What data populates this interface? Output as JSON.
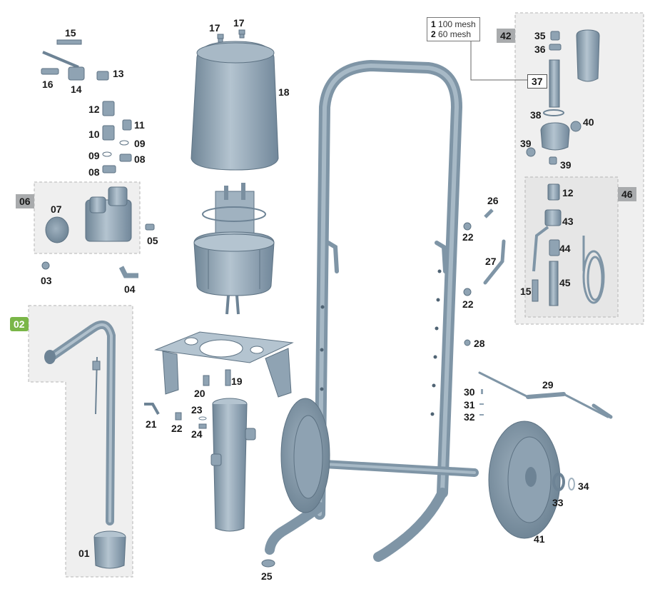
{
  "groups": [
    {
      "id": "g02",
      "tag": "02"
    },
    {
      "id": "g06",
      "tag": "06"
    },
    {
      "id": "g42",
      "tag": "42"
    },
    {
      "id": "g46",
      "tag": "46"
    }
  ],
  "filter_options": [
    {
      "index": "1",
      "text": "100 mesh"
    },
    {
      "index": "2",
      "text": "60 mesh"
    }
  ],
  "filter_ref": "37",
  "parts": [
    {
      "id": "p01",
      "label": "01"
    },
    {
      "id": "p03",
      "label": "03"
    },
    {
      "id": "p04",
      "label": "04"
    },
    {
      "id": "p05",
      "label": "05"
    },
    {
      "id": "p07",
      "label": "07"
    },
    {
      "id": "p08a",
      "label": "08"
    },
    {
      "id": "p08b",
      "label": "08"
    },
    {
      "id": "p09a",
      "label": "09"
    },
    {
      "id": "p09b",
      "label": "09"
    },
    {
      "id": "p10",
      "label": "10"
    },
    {
      "id": "p11",
      "label": "11"
    },
    {
      "id": "p12a",
      "label": "12"
    },
    {
      "id": "p12b",
      "label": "12"
    },
    {
      "id": "p13",
      "label": "13"
    },
    {
      "id": "p14",
      "label": "14"
    },
    {
      "id": "p15a",
      "label": "15"
    },
    {
      "id": "p15b",
      "label": "15"
    },
    {
      "id": "p16",
      "label": "16"
    },
    {
      "id": "p17a",
      "label": "17"
    },
    {
      "id": "p17b",
      "label": "17"
    },
    {
      "id": "p18",
      "label": "18"
    },
    {
      "id": "p19",
      "label": "19"
    },
    {
      "id": "p20",
      "label": "20"
    },
    {
      "id": "p21",
      "label": "21"
    },
    {
      "id": "p22a",
      "label": "22"
    },
    {
      "id": "p22b",
      "label": "22"
    },
    {
      "id": "p22c",
      "label": "22"
    },
    {
      "id": "p23",
      "label": "23"
    },
    {
      "id": "p24",
      "label": "24"
    },
    {
      "id": "p25",
      "label": "25"
    },
    {
      "id": "p26",
      "label": "26"
    },
    {
      "id": "p27",
      "label": "27"
    },
    {
      "id": "p28",
      "label": "28"
    },
    {
      "id": "p29",
      "label": "29"
    },
    {
      "id": "p30",
      "label": "30"
    },
    {
      "id": "p31",
      "label": "31"
    },
    {
      "id": "p32",
      "label": "32"
    },
    {
      "id": "p33",
      "label": "33"
    },
    {
      "id": "p34",
      "label": "34"
    },
    {
      "id": "p35",
      "label": "35"
    },
    {
      "id": "p36",
      "label": "36"
    },
    {
      "id": "p38",
      "label": "38"
    },
    {
      "id": "p39a",
      "label": "39"
    },
    {
      "id": "p39b",
      "label": "39"
    },
    {
      "id": "p40",
      "label": "40"
    },
    {
      "id": "p41",
      "label": "41"
    },
    {
      "id": "p43",
      "label": "43"
    },
    {
      "id": "p44",
      "label": "44"
    },
    {
      "id": "p45",
      "label": "45"
    }
  ],
  "colors": {
    "part_fill": "#8fa3b3",
    "part_dark": "#6d8395",
    "part_light": "#b9c8d4",
    "group_bg": "#efefef",
    "group_border": "#b5b5b5",
    "tag_grey": "#a9abad",
    "tag_green": "#7ab648"
  }
}
